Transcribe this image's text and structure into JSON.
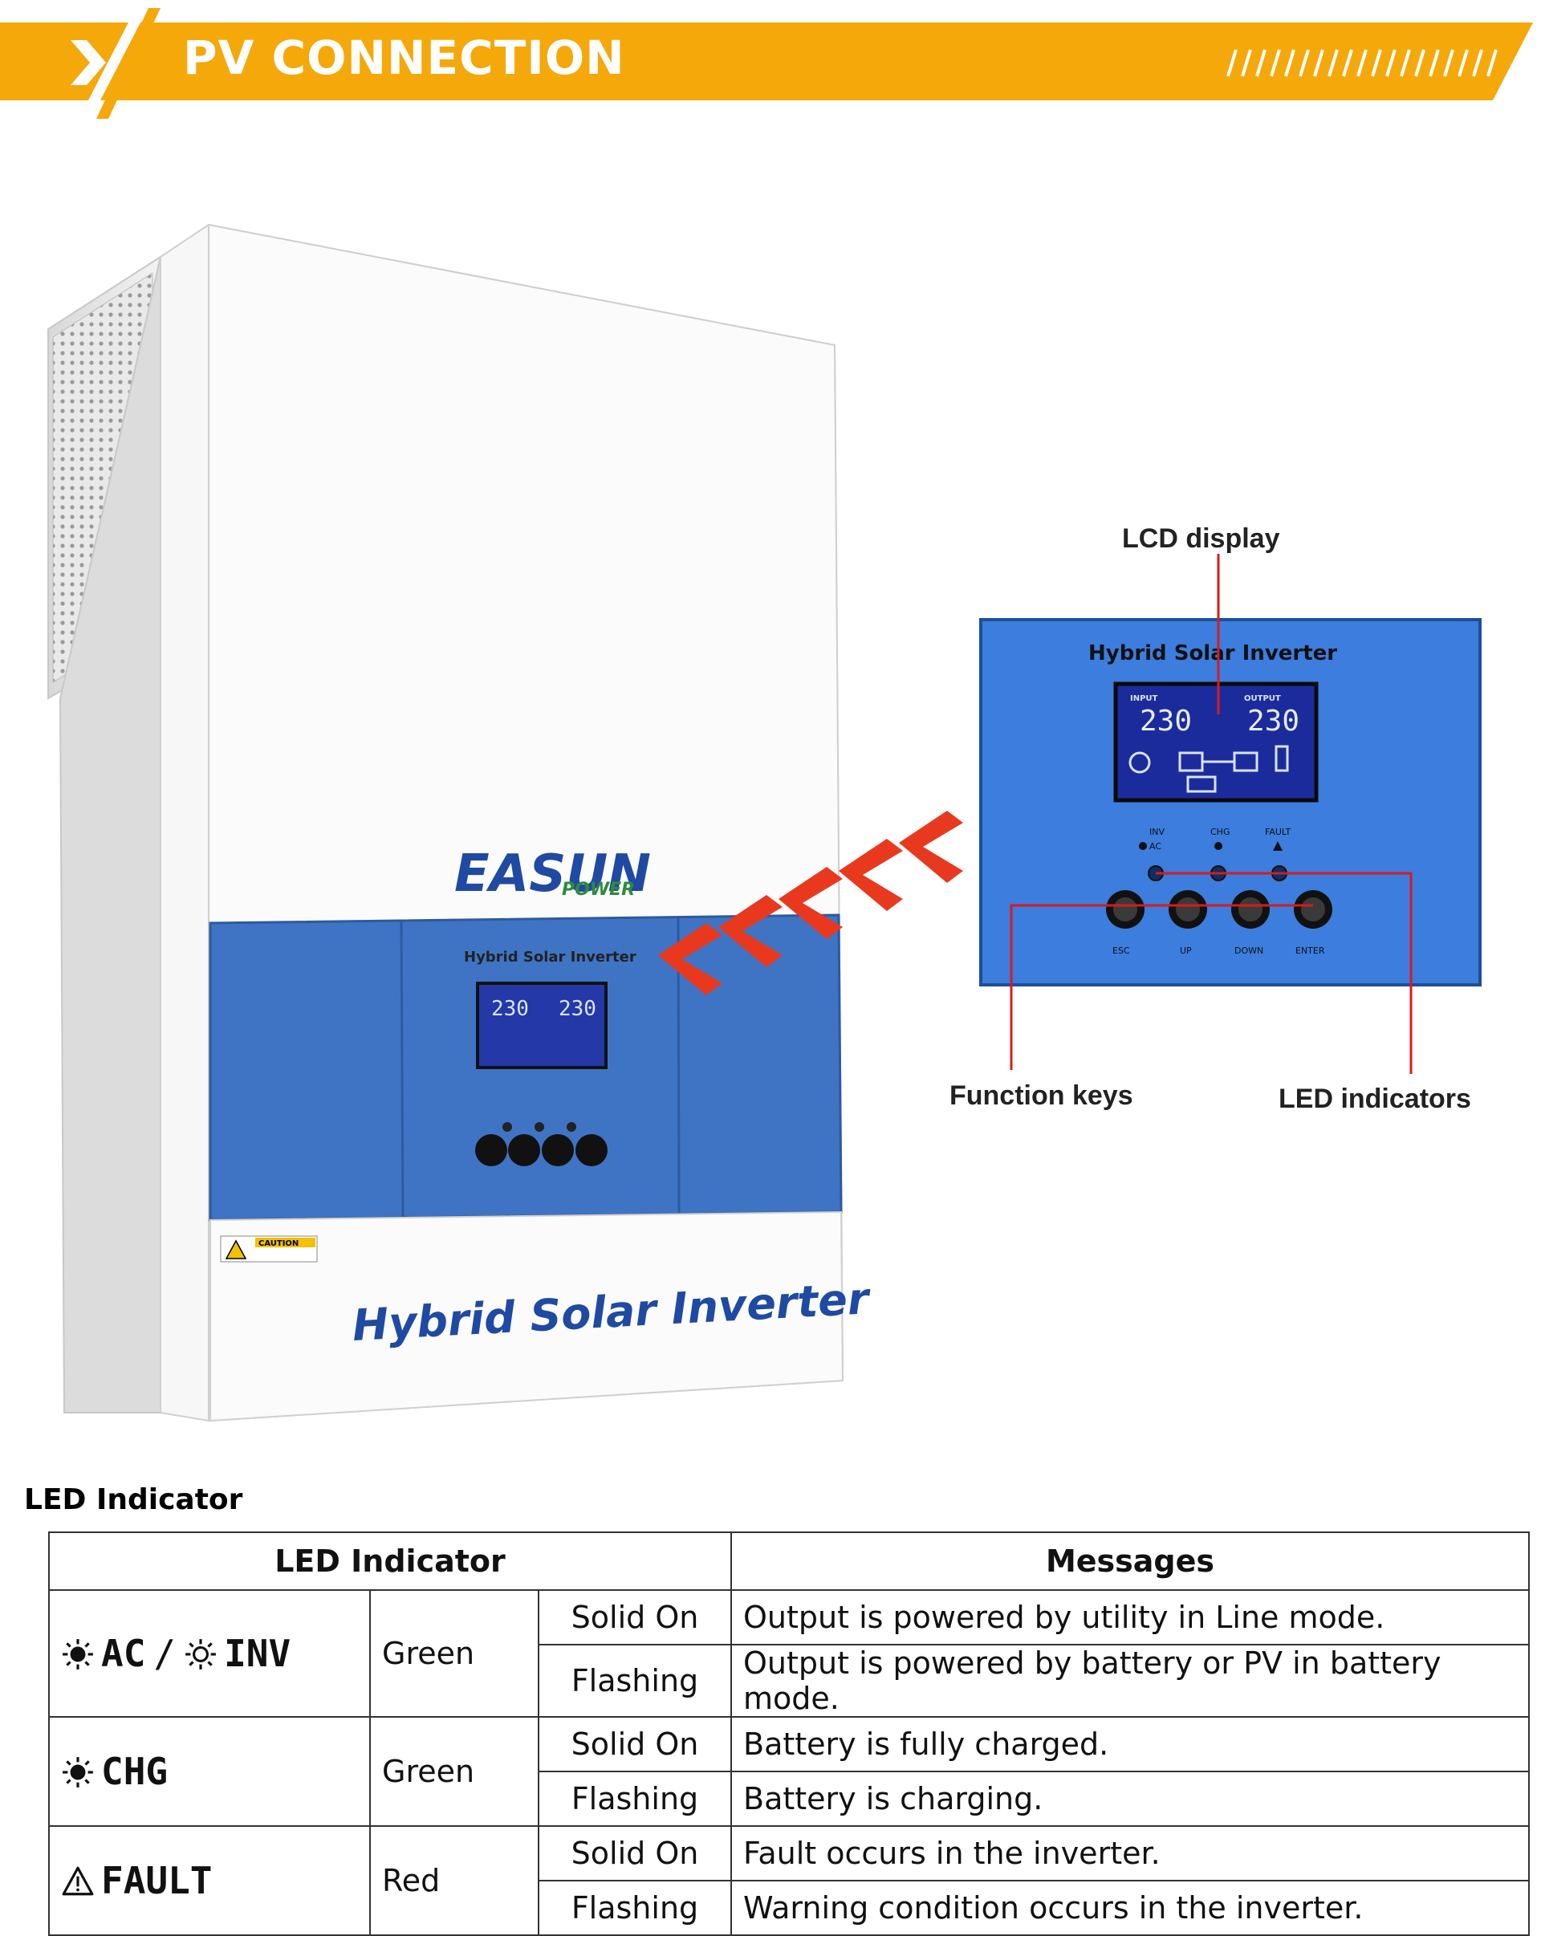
{
  "banner": {
    "title": "PV CONNECTION",
    "accent_color": "#f5a80a",
    "icon": "chevron-right-icon"
  },
  "product": {
    "brand": "EASUN",
    "brand_sub": "POWER",
    "front_label": "Hybrid Solar Inverter",
    "panel_title": "Hybrid Solar Inverter",
    "lcd_input_label": "INPUT",
    "lcd_output_label": "OUTPUT",
    "lcd_input_value": "230",
    "lcd_output_value": "230",
    "caution_label": "CAUTION",
    "led_labels": [
      "INV",
      "CHG",
      "FAULT"
    ],
    "led_sub_label": "AC",
    "keys": [
      "ESC",
      "UP",
      "DOWN",
      "ENTER"
    ]
  },
  "callouts": {
    "lcd_display": "LCD display",
    "function_keys": "Function keys",
    "led_indicators": "LED indicators"
  },
  "led_section": {
    "title": "LED Indicator",
    "headers": [
      "LED Indicator",
      "Messages"
    ],
    "groups": [
      {
        "indicator": [
          "AC",
          "INV"
        ],
        "icons": [
          "sun-filled-icon",
          "sun-outline-icon"
        ],
        "color": "Green",
        "rows": [
          {
            "state": "Solid On",
            "message": "Output is powered by utility in Line mode."
          },
          {
            "state": "Flashing",
            "message": "Output is powered by battery or PV in battery mode."
          }
        ]
      },
      {
        "indicator": [
          "CHG"
        ],
        "icons": [
          "sun-filled-icon"
        ],
        "color": "Green",
        "rows": [
          {
            "state": "Solid On",
            "message": "Battery is fully charged."
          },
          {
            "state": "Flashing",
            "message": "Battery is charging."
          }
        ]
      },
      {
        "indicator": [
          "FAULT"
        ],
        "icons": [
          "warning-triangle-icon"
        ],
        "color": "Red",
        "rows": [
          {
            "state": "Solid On",
            "message": "Fault occurs in the inverter."
          },
          {
            "state": "Flashing",
            "message": "Warning condition occurs in the inverter."
          }
        ]
      }
    ]
  }
}
